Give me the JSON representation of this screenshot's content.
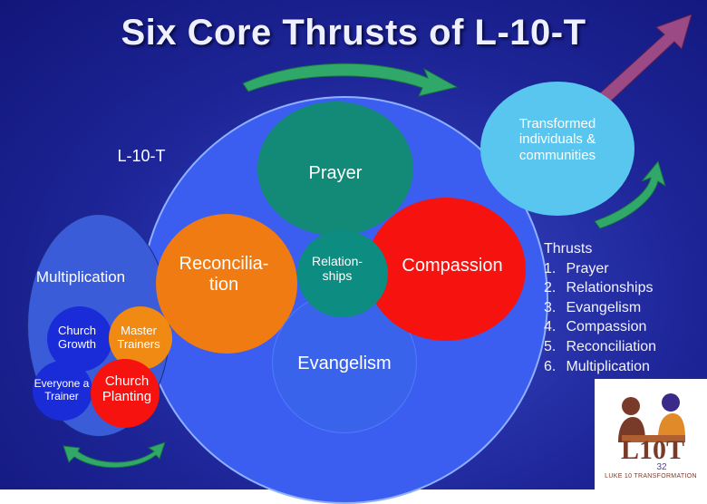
{
  "title": "Six Core Thrusts of L-10-T",
  "diagram": {
    "outer_label": "L-10-T",
    "prayer": "Prayer",
    "transformed": "Transformed individuals & communities",
    "reconciliation": "Reconcilia-tion",
    "relationships": "Relation-ships",
    "compassion": "Compassion",
    "evangelism": "Evangelism",
    "multiplication": "Multiplication",
    "church_growth": "Church Growth",
    "master_trainers": "Master Trainers",
    "everyone_trainer": "Everyone a Trainer",
    "church_planting": "Church Planting"
  },
  "thrusts": {
    "heading": "Thrusts",
    "items": [
      {
        "num": "1.",
        "label": "Prayer"
      },
      {
        "num": "2.",
        "label": "Relationships"
      },
      {
        "num": "3.",
        "label": "Evangelism"
      },
      {
        "num": "4.",
        "label": "Compassion"
      },
      {
        "num": "5.",
        "label": "Reconciliation"
      },
      {
        "num": "6.",
        "label": "Multiplication"
      }
    ]
  },
  "logo": {
    "text": "L10T",
    "tagline": "LUKE 10 TRANSFORMATION",
    "page_number": "32"
  },
  "colors": {
    "background": "#1d2597",
    "big_circle": "#3b5ef0",
    "prayer": "#138a78",
    "transformed": "#58c6ee",
    "reconciliation": "#f07b12",
    "relationships": "#0d8c82",
    "compassion": "#f5120f",
    "evangelism": "#3a63ec",
    "multiplication_circle": "#3a5cd8",
    "church_growth": "#1a2bd8",
    "master_trainers": "#f08a12",
    "everyone_trainer": "#1a2bd8",
    "church_planting": "#f5120f",
    "arrow_green": "#2fa86a",
    "arrow_purple": "#9b4a86"
  }
}
